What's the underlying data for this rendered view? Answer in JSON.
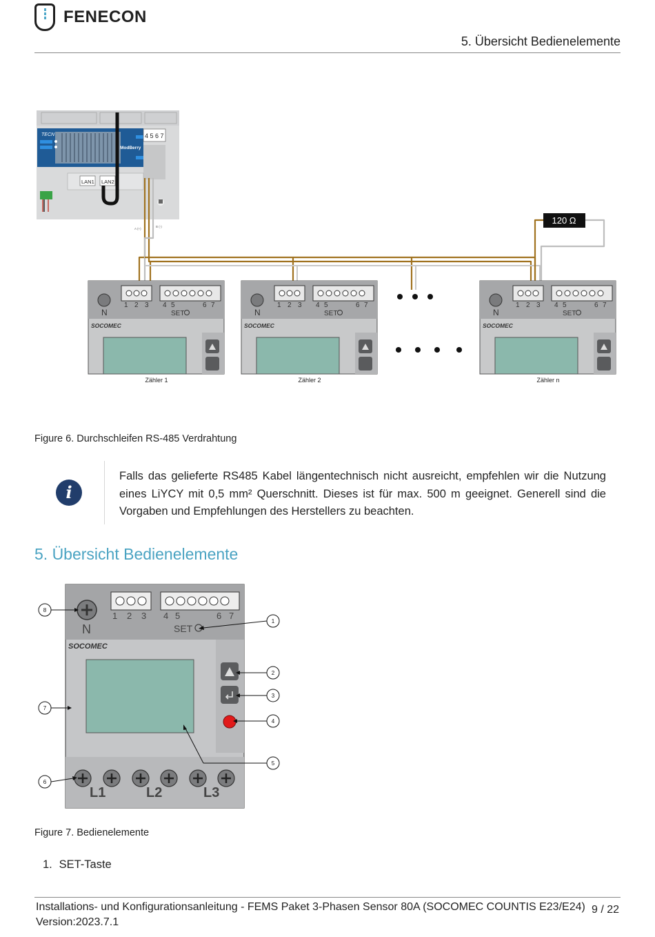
{
  "header": {
    "logo_text": "FENECON",
    "running_title": "5. Übersicht Bedienelemente"
  },
  "figure6": {
    "caption": "Figure 6. Durchschleifen RS-485 Verdrahtung",
    "resistor_label": "120 Ω",
    "meter_labels": [
      "Zähler 1",
      "Zähler 2",
      "Zähler n"
    ],
    "brand": "SOCOMEC",
    "terminal_labels": [
      "N",
      "1",
      "2",
      "3",
      "4",
      "5",
      "6",
      "7",
      "SET"
    ],
    "wire_labels": [
      "A (+)",
      "B (-)"
    ],
    "gateway": {
      "brand": "TECN",
      "module": "ModBerry",
      "ports": [
        "LAN1",
        "LAN2"
      ],
      "terminals": "4 5 6 7"
    }
  },
  "note": {
    "icon": "info-icon",
    "text": "Falls das gelieferte RS485 Kabel längentechnisch nicht ausreicht, empfehlen wir die Nutzung eines LiYCY mit 0,5 mm² Querschnitt. Dieses ist für max. 500 m geeignet. Generell sind die Vorgaben und Empfehlungen des Herstellers zu beachten."
  },
  "section": {
    "title": "5. Übersicht Bedienelemente"
  },
  "figure7": {
    "caption": "Figure 7. Bedienelemente",
    "callouts": [
      "1",
      "2",
      "3",
      "4",
      "5",
      "6",
      "7",
      "8"
    ],
    "phase_labels": [
      "L1",
      "L2",
      "L3"
    ]
  },
  "list": [
    {
      "number": "1.",
      "text": "SET-Taste"
    }
  ],
  "footer": {
    "title": "Installations- und Konfigurationsanleitung - FEMS Paket 3-Phasen Sensor 80A (SOCOMEC COUNTIS E23/E24)",
    "version": "Version:2023.7.1",
    "page": "9 / 22"
  },
  "colors": {
    "accent": "#4aa3c2",
    "info_badge": "#213d6b",
    "wire": "#a0721f",
    "lcd": "#8bb8ac",
    "status_led": "#e11a1a"
  }
}
